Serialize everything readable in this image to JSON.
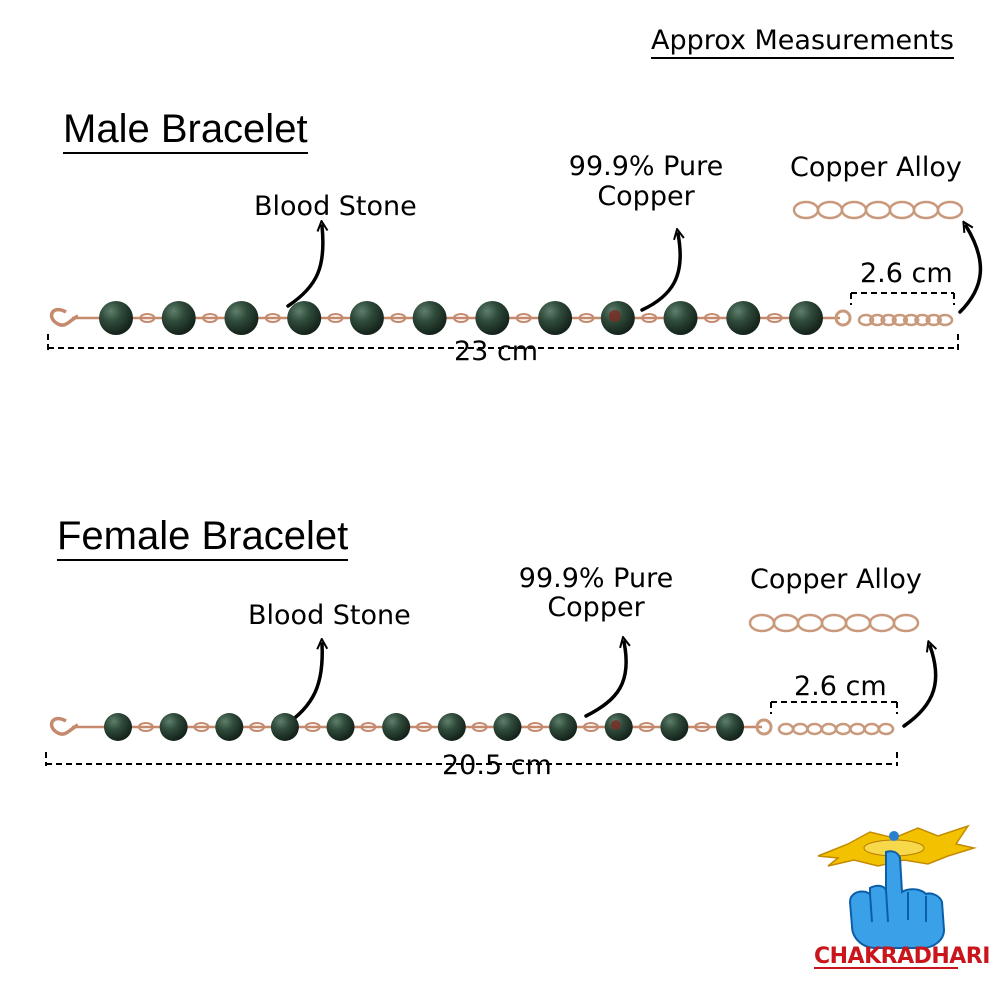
{
  "header": {
    "note": "Approx Measurements"
  },
  "male": {
    "title": "Male Bracelet",
    "stone_label": "Blood Stone",
    "copper_label_line1": "99.9% Pure",
    "copper_label_line2": "Copper",
    "alloy_label": "Copper Alloy",
    "extension_length": "2.6 cm",
    "total_length": "23 cm",
    "bead_count": 12
  },
  "female": {
    "title": "Female Bracelet",
    "stone_label": "Blood Stone",
    "copper_label_line1": "99.9% Pure",
    "copper_label_line2": "Copper",
    "alloy_label": "Copper Alloy",
    "extension_length": "2.6 cm",
    "total_length": "20.5 cm",
    "bead_count": 12
  },
  "brand": {
    "name": "CHAKRADHARI"
  },
  "colors": {
    "bead": "#2f4a3a",
    "bead_highlight": "#4f6f5c",
    "bead_red_spot": "#7a2a22",
    "copper_wire": "#c58a6e",
    "chain_link": "#c9997c",
    "logo_hand": "#3aa0e8",
    "logo_chakra": "#f2c200",
    "logo_text": "#c9161c"
  }
}
